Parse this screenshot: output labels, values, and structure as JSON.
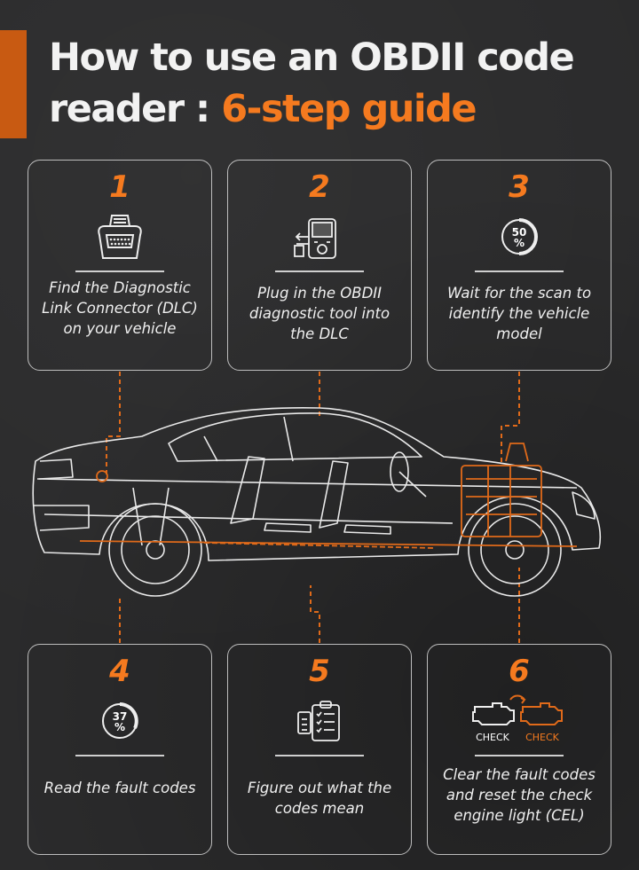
{
  "title": {
    "line1": "How to use an OBDII code",
    "line2_prefix": "reader : ",
    "line2_highlight": "6-step guide"
  },
  "colors": {
    "accent": "#f57a1f",
    "accent_dark": "#c85a12",
    "background": "#2b2b2c",
    "card_border": "#bdbdbd"
  },
  "steps": [
    {
      "number": "1",
      "icon": "obd-connector-icon",
      "text": "Find the Diagnostic Link Connector (DLC) on your vehicle"
    },
    {
      "number": "2",
      "icon": "code-reader-device-icon",
      "text": "Plug in the OBDII diagnostic tool into the DLC"
    },
    {
      "number": "3",
      "icon": "progress-50-icon",
      "badge": "50 %",
      "text": "Wait for the scan to identify the vehicle model"
    },
    {
      "number": "4",
      "icon": "progress-37-icon",
      "badge": "37 %",
      "text": "Read the fault codes"
    },
    {
      "number": "5",
      "icon": "checklist-clipboard-icon",
      "text": "Figure out what the codes mean"
    },
    {
      "number": "6",
      "icon": "check-engine-icon",
      "check_left": "CHECK",
      "check_right": "CHECK",
      "text": "Clear the fault codes and reset the check engine light (CEL)"
    }
  ]
}
